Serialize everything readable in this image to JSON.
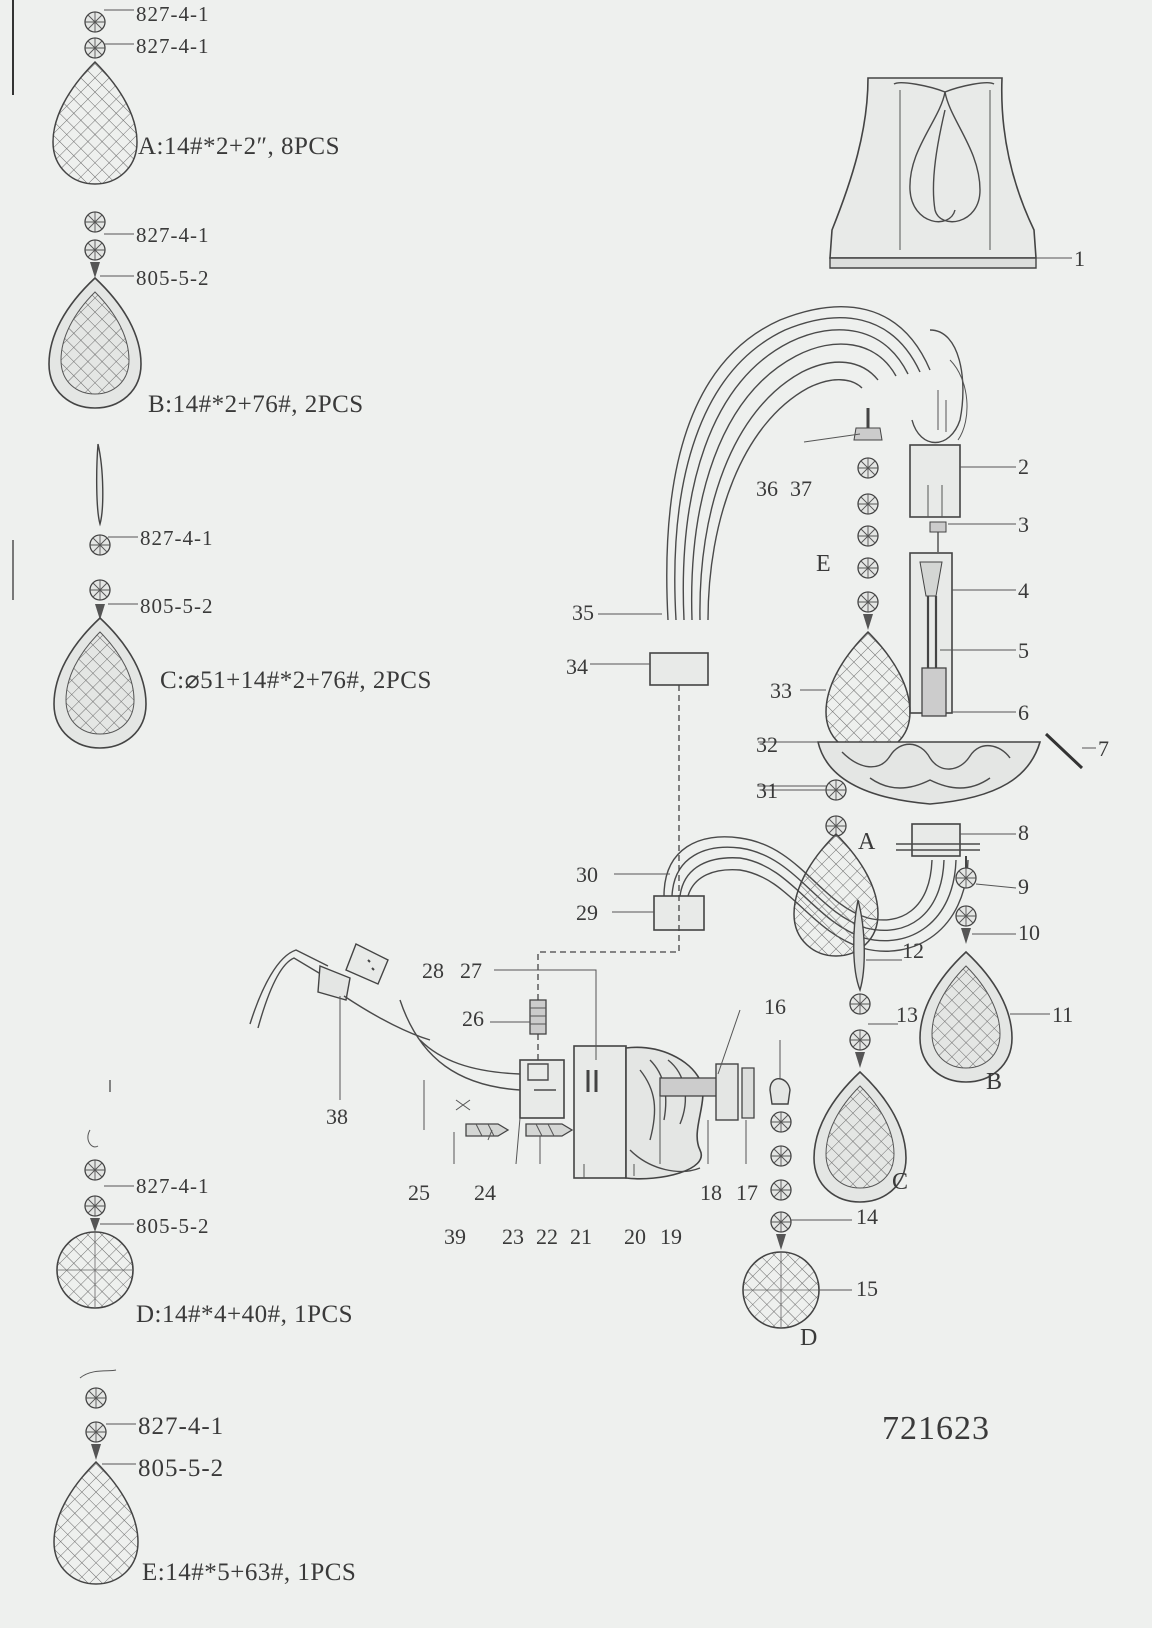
{
  "model_number": "721623",
  "kits": [
    {
      "id": "A",
      "caption": "A:14#*2+2″, 8PCS",
      "parts": [
        "827-4-1",
        "827-4-1"
      ]
    },
    {
      "id": "B",
      "caption": "B:14#*2+76#, 2PCS",
      "parts": [
        "827-4-1",
        "805-5-2"
      ]
    },
    {
      "id": "C",
      "caption": "C:⌀51+14#*2+76#, 2PCS",
      "parts": [
        "827-4-1",
        "805-5-2"
      ]
    },
    {
      "id": "D",
      "caption": "D:14#*4+40#, 1PCS",
      "parts": [
        "827-4-1",
        "805-5-2"
      ]
    },
    {
      "id": "E",
      "caption": "E:14#*5+63#, 1PCS",
      "parts": [
        "827-4-1",
        "805-5-2"
      ]
    }
  ],
  "part_numbers": [
    "1",
    "2",
    "3",
    "4",
    "5",
    "6",
    "7",
    "8",
    "9",
    "10",
    "11",
    "12",
    "13",
    "14",
    "15",
    "16",
    "17",
    "18",
    "19",
    "20",
    "21",
    "22",
    "23",
    "24",
    "25",
    "26",
    "27",
    "28",
    "29",
    "30",
    "31",
    "32",
    "33",
    "34",
    "35",
    "36",
    "37",
    "38",
    "39"
  ],
  "pendant_letters": [
    "A",
    "B",
    "C",
    "D",
    "E"
  ]
}
